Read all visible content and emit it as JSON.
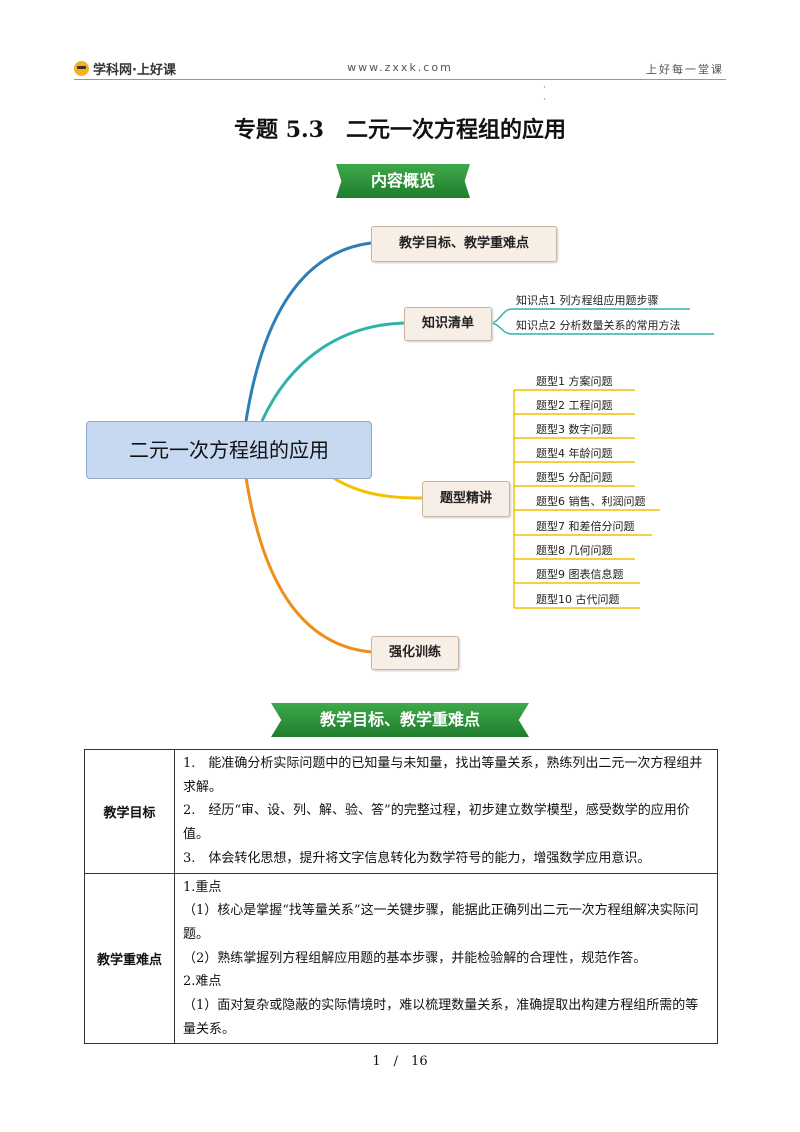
{
  "header": {
    "logo_text": "学科网·上好课",
    "site": "www.zxxk.com",
    "slogan": "上好每一堂课"
  },
  "title": "专题 5.3　二元一次方程组的应用",
  "banners": {
    "overview": "内容概览",
    "goals": "教学目标、教学重难点"
  },
  "mindmap": {
    "central": "二元一次方程组的应用",
    "branches": [
      "教学目标、教学重难点",
      "知识清单",
      "题型精讲",
      "强化训练"
    ],
    "knowledge": [
      "知识点1  列方程组应用题步骤",
      "知识点2  分析数量关系的常用方法"
    ],
    "types": [
      "题型1  方案问题",
      "题型2  工程问题",
      "题型3  数字问题",
      "题型4  年龄问题",
      "题型5  分配问题",
      "题型6 销售、利润问题",
      "题型7  和差倍分问题",
      "题型8  几何问题",
      "题型9    图表信息题",
      "题型10  古代问题"
    ],
    "colors": {
      "branch1": "#2e7fb8",
      "branch2": "#2fb3a9",
      "branch3": "#f2c200",
      "branch4": "#f08c1a",
      "central_fill": "#c6d9f1",
      "banner": "#2b8f38"
    }
  },
  "table": {
    "rows": [
      {
        "header": "教学目标",
        "lines": [
          "1.　能准确分析实际问题中的已知量与未知量，找出等量关系，熟练列出二元一次方程组并求解。",
          "2.　经历“审、设、列、解、验、答”的完整过程，初步建立数学模型，感受数学的应用价值。",
          "3.　体会转化思想，提升将文字信息转化为数学符号的能力，增强数学应用意识。"
        ]
      },
      {
        "header": "教学重难点",
        "lines": [
          "1.重点",
          "（1）核心是掌握“找等量关系”这一关键步骤，能据此正确列出二元一次方程组解决实际问题。",
          "（2）熟练掌握列方程组解应用题的基本步骤，并能检验解的合理性，规范作答。",
          "2.难点",
          "（1）面对复杂或隐蔽的实际情境时，难以梳理数量关系，准确提取出构建方程组所需的等量关系。"
        ]
      }
    ]
  },
  "page_number": "1　/　16"
}
